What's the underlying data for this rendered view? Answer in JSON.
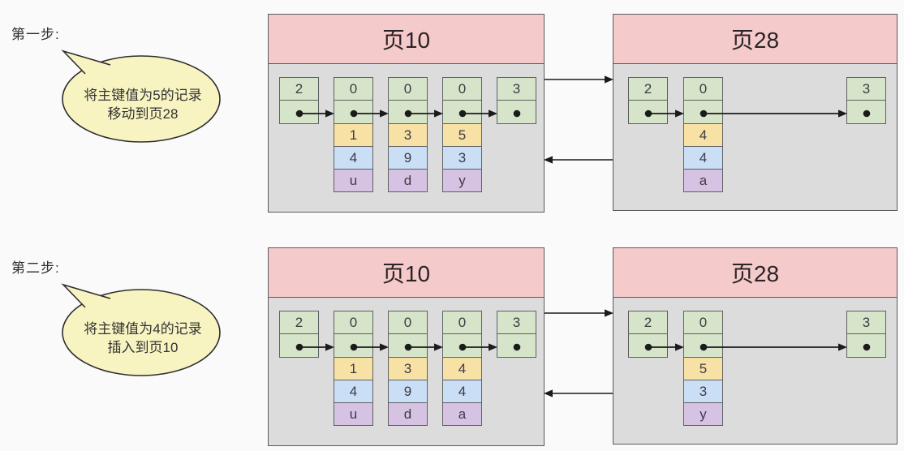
{
  "steps": [
    {
      "label": "第一步:",
      "bubble_line1": "将主键值为5的记录",
      "bubble_line2": "移动到页28",
      "pages": [
        {
          "title": "页10",
          "columns": [
            {
              "kind": "infimum",
              "type_code": "2"
            },
            {
              "kind": "user",
              "type_code": "0",
              "key": "1",
              "value": "4",
              "char": "u"
            },
            {
              "kind": "user",
              "type_code": "0",
              "key": "3",
              "value": "9",
              "char": "d"
            },
            {
              "kind": "user",
              "type_code": "0",
              "key": "5",
              "value": "3",
              "char": "y"
            },
            {
              "kind": "supremum",
              "type_code": "3"
            }
          ]
        },
        {
          "title": "页28",
          "columns": [
            {
              "kind": "infimum",
              "type_code": "2"
            },
            {
              "kind": "user",
              "type_code": "0",
              "key": "4",
              "value": "4",
              "char": "a"
            },
            {
              "kind": "supremum",
              "type_code": "3"
            }
          ]
        }
      ]
    },
    {
      "label": "第二步:",
      "bubble_line1": "将主键值为4的记录",
      "bubble_line2": "插入到页10",
      "pages": [
        {
          "title": "页10",
          "columns": [
            {
              "kind": "infimum",
              "type_code": "2"
            },
            {
              "kind": "user",
              "type_code": "0",
              "key": "1",
              "value": "4",
              "char": "u"
            },
            {
              "kind": "user",
              "type_code": "0",
              "key": "3",
              "value": "9",
              "char": "d"
            },
            {
              "kind": "user",
              "type_code": "0",
              "key": "4",
              "value": "4",
              "char": "a"
            },
            {
              "kind": "supremum",
              "type_code": "3"
            }
          ]
        },
        {
          "title": "页28",
          "columns": [
            {
              "kind": "infimum",
              "type_code": "2"
            },
            {
              "kind": "user",
              "type_code": "0",
              "key": "5",
              "value": "3",
              "char": "y"
            },
            {
              "kind": "supremum",
              "type_code": "3"
            }
          ]
        }
      ]
    }
  ],
  "colors": {
    "page_header_pink": "#f4caca",
    "page_body_gray": "#dcdcdc",
    "cell_green": "#d6e4c9",
    "cell_yellow": "#f8e1a4",
    "cell_blue": "#cadef6",
    "cell_purple": "#d6c2e2",
    "bubble_fill": "#f8f4c2",
    "line_black": "#1b1b1b"
  }
}
